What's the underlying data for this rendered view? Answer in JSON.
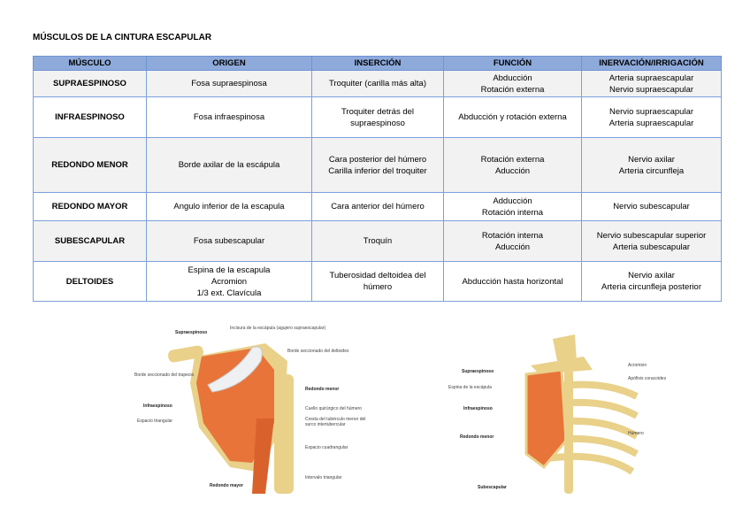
{
  "title": "MÚSCULOS DE LA CINTURA ESCAPULAR",
  "table": {
    "headers": [
      "MÚSCULO",
      "ORIGEN",
      "INSERCIÓN",
      "FUNCIÓN",
      "INERVACIÓN/IRRIGACIÓN"
    ],
    "rows": [
      {
        "musculo": "SUPRAESPINOSO",
        "origen": [
          "Fosa supraespinosa"
        ],
        "insercion": [
          "Troquiter (carilla más alta)"
        ],
        "funcion": [
          "Abducción",
          "Rotación externa"
        ],
        "inervacion": [
          "Arteria supraescapular",
          "Nervio supraescapular"
        ]
      },
      {
        "musculo": "INFRAESPINOSO",
        "origen": [
          "Fosa infraespinosa"
        ],
        "insercion": [
          "Troquiter detrás del",
          "supraespinoso"
        ],
        "funcion": [
          "Abducción y rotación externa"
        ],
        "inervacion": [
          "Nervio supraescapular",
          "Arteria supraescapular"
        ]
      },
      {
        "musculo": "REDONDO MENOR",
        "origen": [
          "Borde axilar de la escápula"
        ],
        "insercion": [
          "Cara posterior del húmero",
          "Carilla inferior del troquiter"
        ],
        "funcion": [
          "Rotación externa",
          "Aducción"
        ],
        "inervacion": [
          "Nervio axilar",
          "Arteria circunfleja"
        ]
      },
      {
        "musculo": "REDONDO MAYOR",
        "origen": [
          "Angulo inferior de la escapula"
        ],
        "insercion": [
          "Cara anterior del húmero"
        ],
        "funcion": [
          "Adducción",
          "Rotación interna"
        ],
        "inervacion": [
          "Nervio subescapular"
        ]
      },
      {
        "musculo": "SUBESCAPULAR",
        "origen": [
          "Fosa subescapular"
        ],
        "insercion": [
          "Troquín"
        ],
        "funcion": [
          "Rotación interna",
          "Aducción"
        ],
        "inervacion": [
          "Nervio subescapular superior",
          "Arteria subescapular"
        ]
      },
      {
        "musculo": "DELTOIDES",
        "origen": [
          "Espina de la escapula",
          "Acromion",
          "1/3 ext. Clavícula"
        ],
        "insercion": [
          "Tuberosidad deltoidea del",
          "húmero"
        ],
        "funcion": [
          "Abducción hasta horizontal"
        ],
        "inervacion": [
          "Nervio axilar",
          "Arteria circunfleja posterior"
        ]
      }
    ]
  },
  "figure_left": {
    "labels": [
      "Supraespinoso",
      "Incisura de la escápula (agujero supraescapular)",
      "Borde seccionado del deltoides",
      "Borde seccionado del trapecio",
      "Redondo menor",
      "Infraespinoso",
      "Cuello quirúrgico del húmero",
      "Espacio triangular",
      "Cresta del tubérculo menor del surco intertubercular",
      "Espacio cuadrangular",
      "Intervalo triangular",
      "Redondo mayor"
    ]
  },
  "figure_right": {
    "labels": [
      "Acromion",
      "Apófisis coracoides",
      "Supraespinoso",
      "Espina de la escápula",
      "Infraespinoso",
      "Húmero",
      "Redondo menor",
      "Subescapular"
    ]
  },
  "colors": {
    "header": "#8eaadb",
    "border": "#7ba0dc",
    "muscle": "#e8743a",
    "bone": "#e9d18a"
  }
}
